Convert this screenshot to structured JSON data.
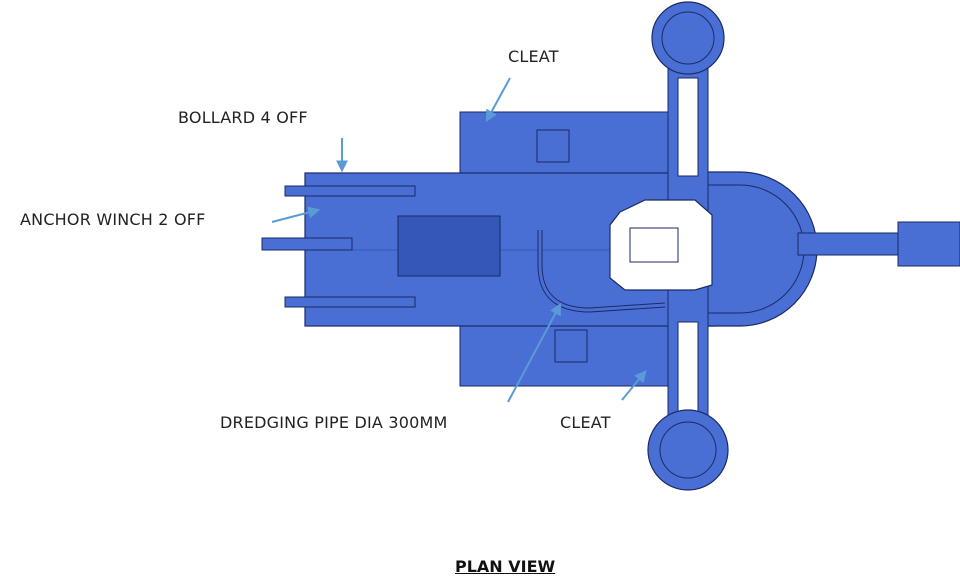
{
  "labels": {
    "cleat_top": "CLEAT",
    "bollard": "BOLLARD 4 OFF",
    "anchor_winch": "ANCHOR WINCH 2 OFF",
    "dredging_pipe": "DREDGING PIPE DIA 300MM",
    "cleat_bottom": "CLEAT"
  },
  "title": "PLAN VIEW",
  "colors": {
    "hull": "#4a6fd4",
    "hull_dark": "#3557b8",
    "outline": "#1b2a66",
    "leader": "#5b9bd5",
    "cabin": "#ffffff"
  }
}
